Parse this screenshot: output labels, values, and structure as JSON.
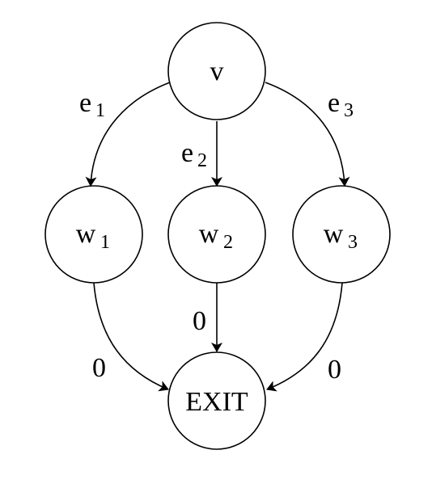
{
  "diagram": {
    "nodes": {
      "v": {
        "label": "v",
        "sub": ""
      },
      "w1": {
        "label": "w",
        "sub": "1"
      },
      "w2": {
        "label": "w",
        "sub": "2"
      },
      "w3": {
        "label": "w",
        "sub": "3"
      },
      "exit": {
        "label": "EXIT",
        "sub": ""
      }
    },
    "edges": {
      "v_w1": {
        "label": "e",
        "sub": "1"
      },
      "v_w2": {
        "label": "e",
        "sub": "2"
      },
      "v_w3": {
        "label": "e",
        "sub": "3"
      },
      "w1_exit": {
        "label": "0",
        "sub": ""
      },
      "w2_exit": {
        "label": "0",
        "sub": ""
      },
      "w3_exit": {
        "label": "0",
        "sub": ""
      }
    }
  }
}
